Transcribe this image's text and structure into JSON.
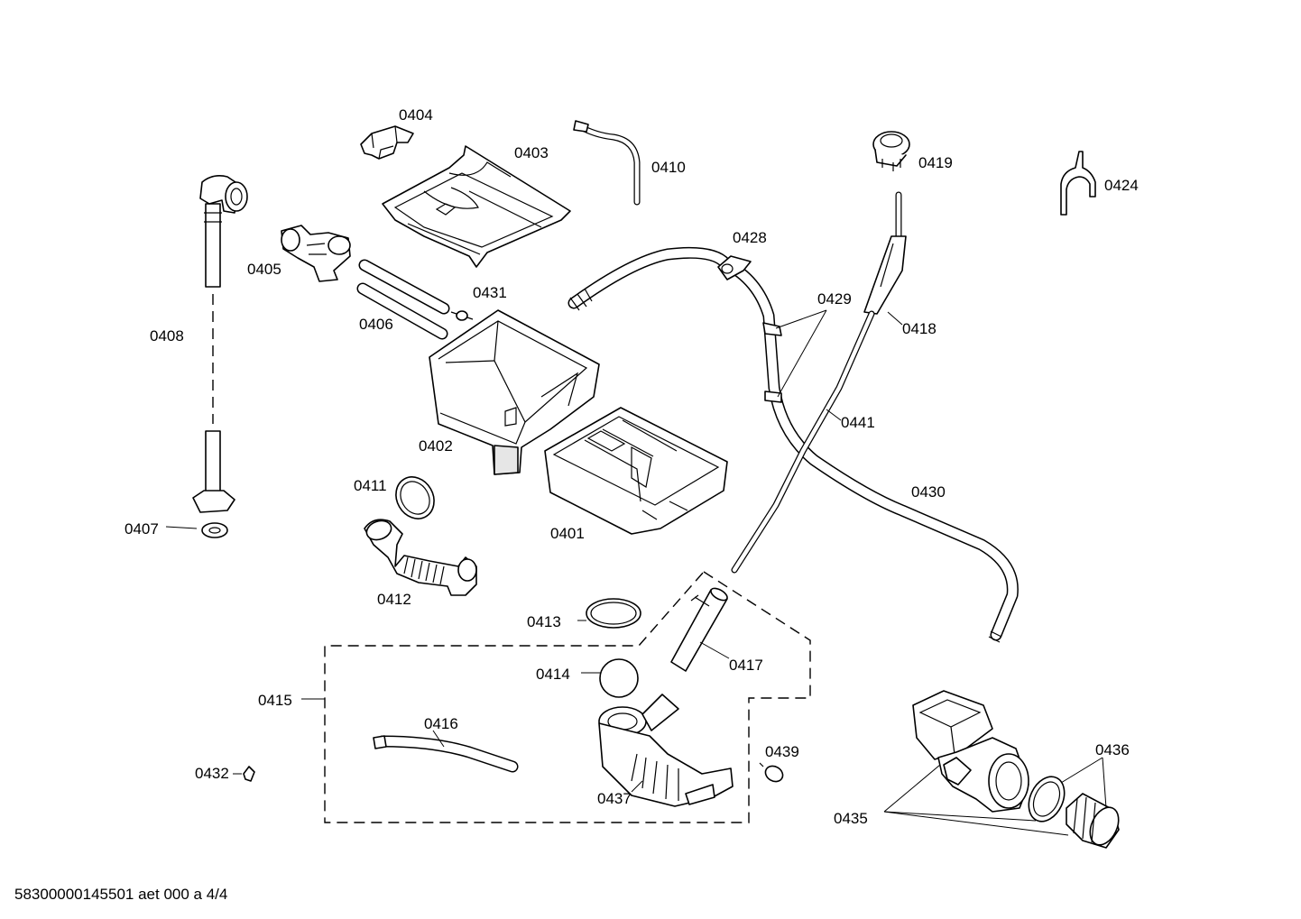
{
  "labels": {
    "p0401": "0401",
    "p0402": "0402",
    "p0403": "0403",
    "p0404": "0404",
    "p0405": "0405",
    "p0406": "0406",
    "p0407": "0407",
    "p0408": "0408",
    "p0410": "0410",
    "p0411": "0411",
    "p0412": "0412",
    "p0413": "0413",
    "p0414": "0414",
    "p0415": "0415",
    "p0416": "0416",
    "p0417": "0417",
    "p0418": "0418",
    "p0419": "0419",
    "p0424": "0424",
    "p0428": "0428",
    "p0429": "0429",
    "p0430": "0430",
    "p0431": "0431",
    "p0432": "0432",
    "p0435": "0435",
    "p0436": "0436",
    "p0437": "0437",
    "p0439": "0439",
    "p0441": "0441"
  },
  "footer": "58300000145501 aet 000 a 4/4"
}
